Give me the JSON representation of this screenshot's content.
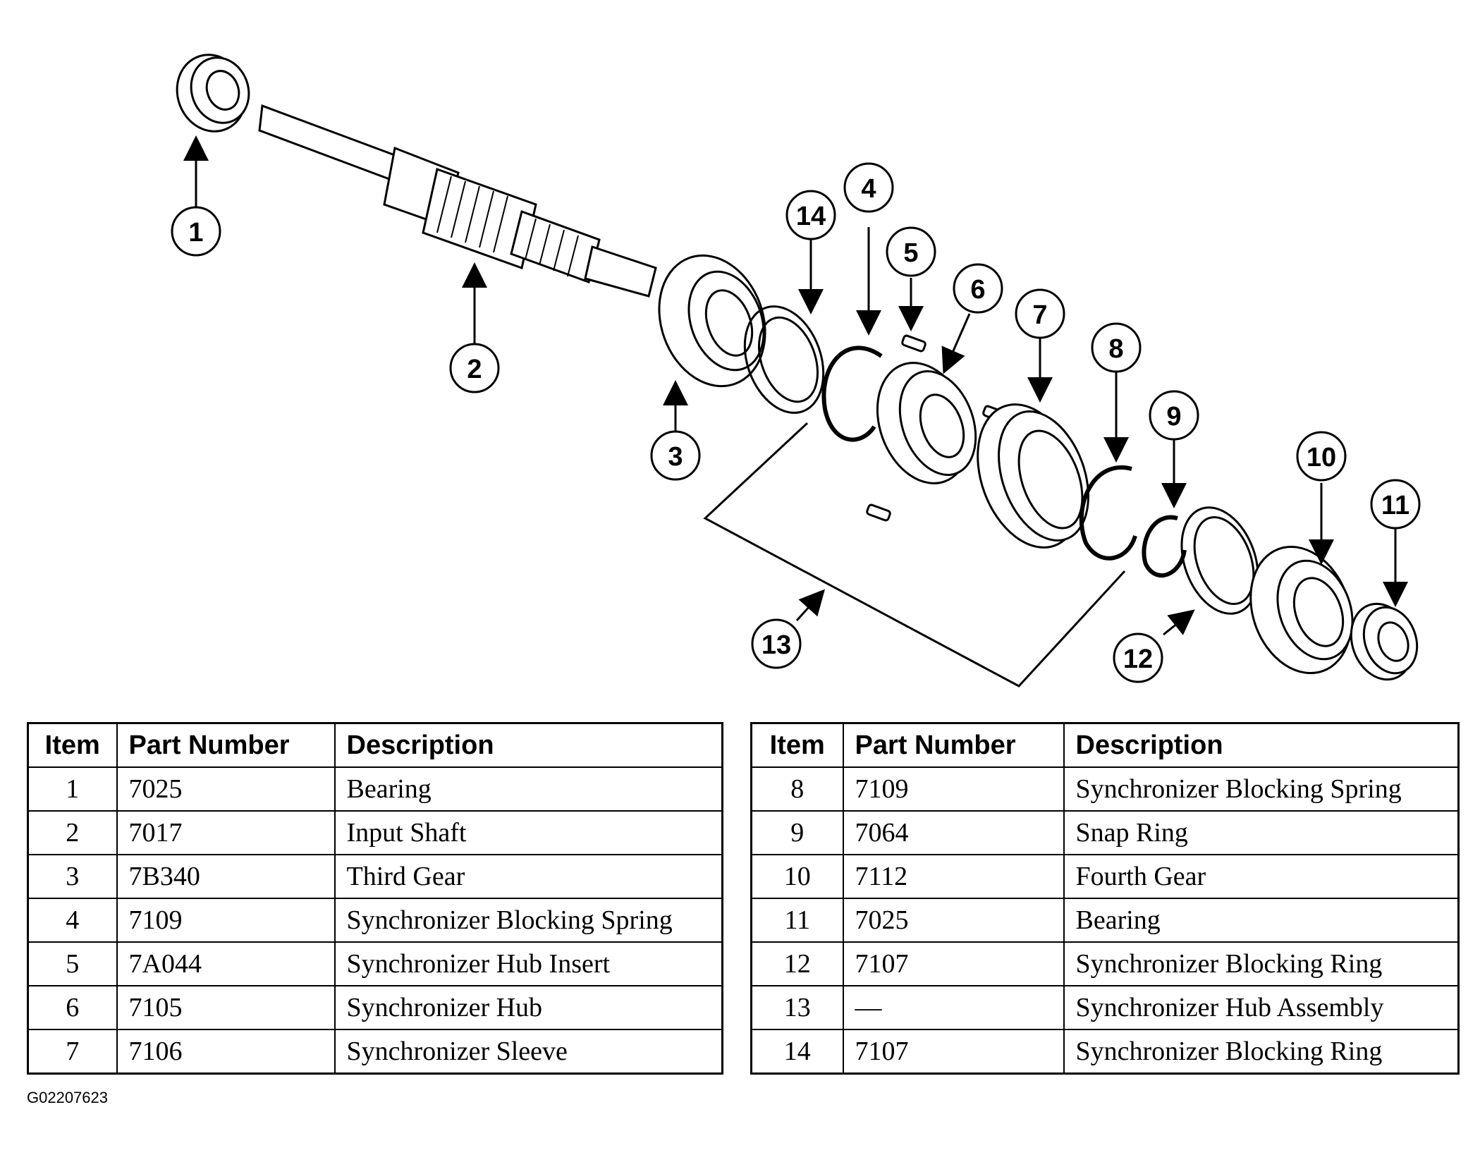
{
  "callouts": [
    "1",
    "2",
    "3",
    "4",
    "5",
    "6",
    "7",
    "8",
    "9",
    "10",
    "11",
    "12",
    "13",
    "14"
  ],
  "table_headers": {
    "item": "Item",
    "part_number": "Part Number",
    "description": "Description"
  },
  "parts_left": [
    {
      "item": "1",
      "part_number": "7025",
      "description": "Bearing"
    },
    {
      "item": "2",
      "part_number": "7017",
      "description": "Input Shaft"
    },
    {
      "item": "3",
      "part_number": "7B340",
      "description": "Third Gear"
    },
    {
      "item": "4",
      "part_number": "7109",
      "description": "Synchronizer Blocking Spring"
    },
    {
      "item": "5",
      "part_number": "7A044",
      "description": "Synchronizer Hub Insert"
    },
    {
      "item": "6",
      "part_number": "7105",
      "description": "Synchronizer Hub"
    },
    {
      "item": "7",
      "part_number": "7106",
      "description": "Synchronizer Sleeve"
    }
  ],
  "parts_right": [
    {
      "item": "8",
      "part_number": "7109",
      "description": "Synchronizer Blocking Spring"
    },
    {
      "item": "9",
      "part_number": "7064",
      "description": "Snap Ring"
    },
    {
      "item": "10",
      "part_number": "7112",
      "description": "Fourth Gear"
    },
    {
      "item": "11",
      "part_number": "7025",
      "description": "Bearing"
    },
    {
      "item": "12",
      "part_number": "7107",
      "description": "Synchronizer Blocking Ring"
    },
    {
      "item": "13",
      "part_number": "—",
      "description": "Synchronizer Hub Assembly"
    },
    {
      "item": "14",
      "part_number": "7107",
      "description": "Synchronizer Blocking Ring"
    }
  ],
  "figure_code": "G02207623"
}
